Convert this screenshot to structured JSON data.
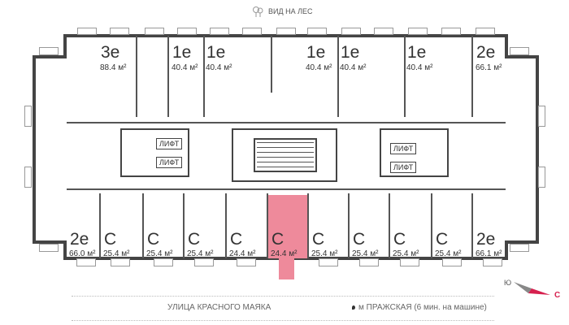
{
  "header": {
    "view_label": "ВИД НА ЛЕС",
    "view_icon": "tree-icon"
  },
  "top_units": [
    {
      "type": "3е",
      "area": "88.4 м²"
    },
    {
      "type": "1е",
      "area": "40.4 м²"
    },
    {
      "type": "1е",
      "area": "40.4 м²"
    },
    {
      "type": "1е",
      "area": "40.4 м²"
    },
    {
      "type": "1е",
      "area": "40.4 м²"
    },
    {
      "type": "1е",
      "area": "40.4 м²"
    },
    {
      "type": "2е",
      "area": "66.1 м²"
    }
  ],
  "bottom_units": [
    {
      "type": "2е",
      "area": "66.0 м²"
    },
    {
      "type": "С",
      "area": "25.4 м²"
    },
    {
      "type": "С",
      "area": "25.4 м²"
    },
    {
      "type": "С",
      "area": "25.4 м²"
    },
    {
      "type": "С",
      "area": "24.4 м²"
    },
    {
      "type": "С",
      "area": "24.4 м²",
      "selected": true
    },
    {
      "type": "С",
      "area": "25.4 м²"
    },
    {
      "type": "С",
      "area": "25.4 м²"
    },
    {
      "type": "С",
      "area": "25.4 м²"
    },
    {
      "type": "С",
      "area": "25.4 м²"
    },
    {
      "type": "2е",
      "area": "66.1 м²"
    }
  ],
  "lifts": [
    "ЛИФТ",
    "ЛИФТ",
    "ЛИФТ",
    "ЛИФТ"
  ],
  "compass": {
    "south": "Ю",
    "north": "С",
    "north_color": "#d6204e",
    "south_color": "#888888"
  },
  "footer": {
    "street": "УЛИЦА КРАСНОГО МАЯКА",
    "metro": "м ПРАЖСКАЯ (6 мин. на машине)",
    "metro_icon": "metro-marker-icon"
  },
  "colors": {
    "selected": "#ee8a9b",
    "wall": "#444444"
  }
}
